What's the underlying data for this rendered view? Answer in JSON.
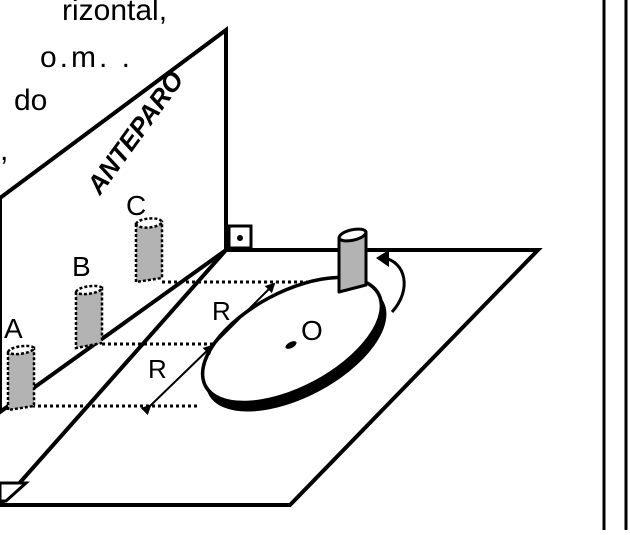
{
  "text_lines": [
    "rizontal,",
    "o.m. .",
    "do",
    ","
  ],
  "labels": {
    "screen": "ANTEPARO",
    "a": "A",
    "b": "B",
    "c": "C",
    "r1": "R",
    "r2": "R",
    "o": "O"
  },
  "colors": {
    "line": "#000000",
    "figure_fill": "#b3b3b3",
    "background": "#ffffff"
  },
  "icons": {
    "rotation": "curved-arrow-icon",
    "right_angle": "right-angle-marker-icon"
  }
}
